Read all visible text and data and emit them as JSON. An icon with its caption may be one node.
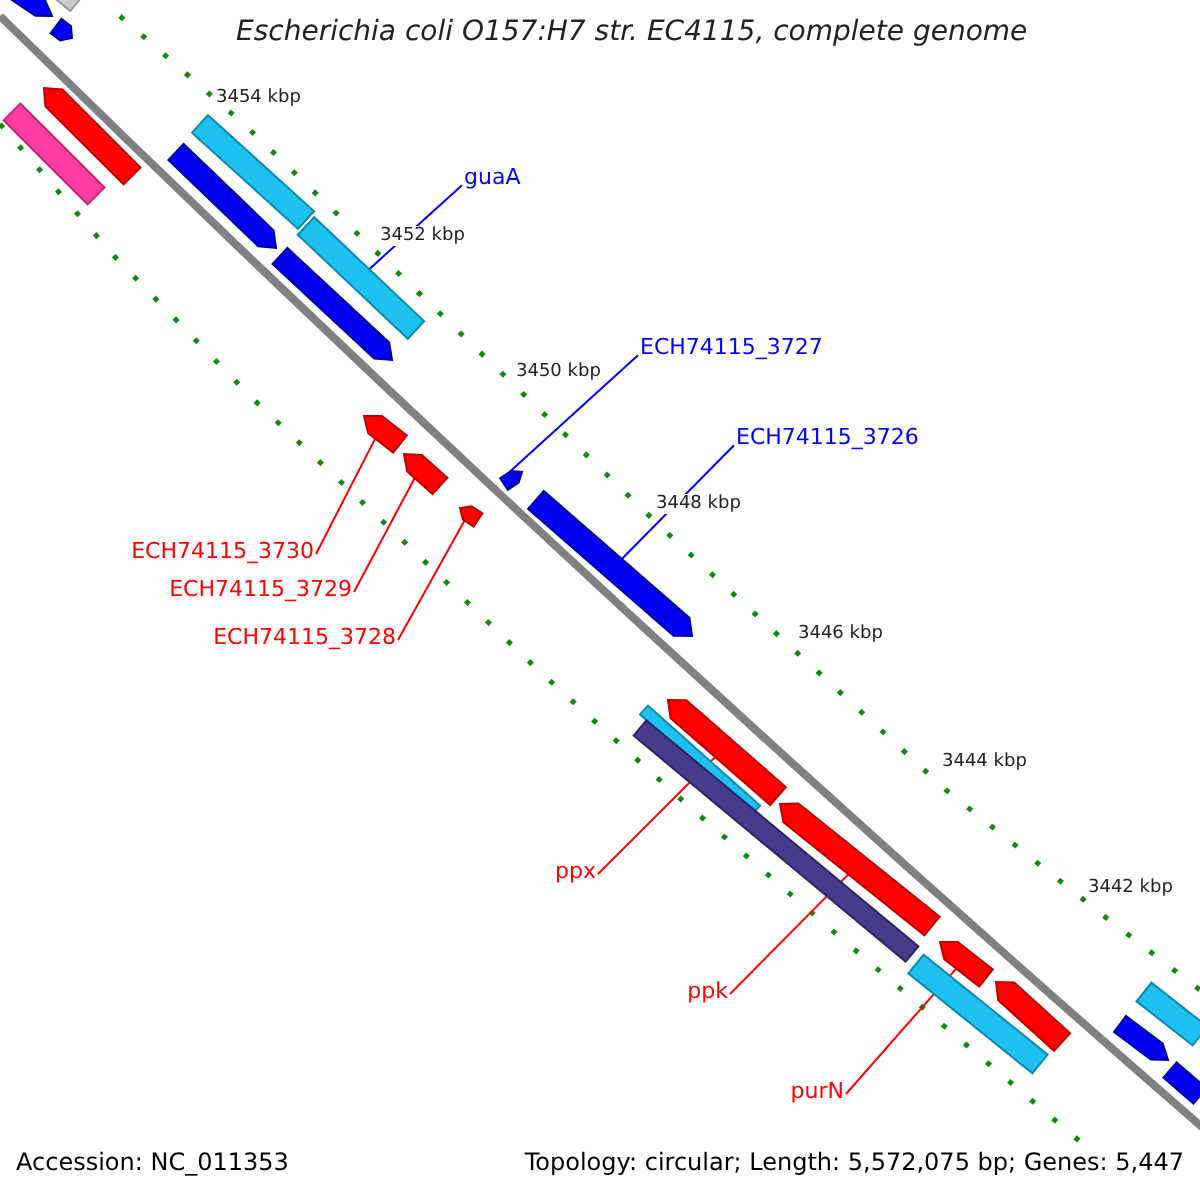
{
  "diagram": {
    "title": "Escherichia coli O157:H7 str. EC4115, complete genome",
    "nodes": [
      {
        "text": [
          "guaA"
        ]
      },
      {
        "text": [
          "ECH74115_3727"
        ]
      },
      {
        "text": [
          "ECH74115_3726"
        ]
      },
      {
        "text": [
          "ECH74115_3730"
        ]
      },
      {
        "text": [
          "ECH74115_3729"
        ]
      },
      {
        "text": [
          "ECH74115_3728"
        ]
      },
      {
        "text": [
          "ppx"
        ]
      },
      {
        "text": [
          "ppk"
        ]
      },
      {
        "text": [
          "purN"
        ]
      },
      {
        "text": [],
        "shape": "bar"
      },
      {
        "text": [],
        "shape": "bar"
      },
      {
        "text": [],
        "shape": "bar"
      },
      {
        "text": [],
        "shape": "bar"
      },
      {
        "text": [],
        "shape": "bar"
      },
      {
        "text": [],
        "shape": "bar"
      },
      {
        "text": [],
        "shape": "bar"
      },
      {
        "text": [],
        "shape": "bar"
      },
      {
        "text": [],
        "shape": "bar"
      },
      {
        "text": [],
        "shape": "bar"
      },
      {
        "text": [],
        "shape": "bar"
      },
      {
        "text": [],
        "shape": "bar"
      },
      {
        "text": [],
        "shape": "bar"
      },
      {
        "text": [],
        "shape": "bar"
      },
      {
        "text": [],
        "shape": "bar"
      },
      {
        "text": [],
        "shape": "bar"
      },
      {
        "text": [],
        "shape": "bar"
      },
      {
        "text": [],
        "shape": "bar"
      },
      {
        "text": [],
        "shape": "bar"
      },
      {
        "text": [],
        "shape": "bar"
      },
      {
        "text": [],
        "shape": "bar"
      },
      {
        "text": [],
        "shape": "bar"
      },
      {
        "text": [],
        "shape": "bar"
      },
      {
        "text": [],
        "shape": "bar"
      }
    ],
    "edges": [
      {
        "from": 0,
        "to": 17,
        "arrow": "none",
        "color": "#0000ff"
      },
      {
        "from": 1,
        "to": 21,
        "arrow": "none",
        "color": "#0000ff"
      },
      {
        "from": 2,
        "to": 22,
        "arrow": "none",
        "color": "#0000ff"
      },
      {
        "from": 3,
        "to": 18,
        "arrow": "none"
      },
      {
        "from": 4,
        "to": 19,
        "arrow": "none"
      },
      {
        "from": 5,
        "to": 20,
        "arrow": "none"
      },
      {
        "from": 6,
        "to": 24,
        "arrow": "none"
      },
      {
        "from": 7,
        "to": 26,
        "arrow": "none"
      },
      {
        "from": 8,
        "to": 27,
        "arrow": "none"
      }
    ],
    "labels": [
      "3454 kbp",
      "3452 kbp",
      "3450 kbp",
      "3448 kbp",
      "3446 kbp",
      "3444 kbp",
      "3442 kbp",
      "Accession: NC_011353",
      "Topology: circular; Length: 5,572,075 bp; Genes: 5,447"
    ]
  }
}
